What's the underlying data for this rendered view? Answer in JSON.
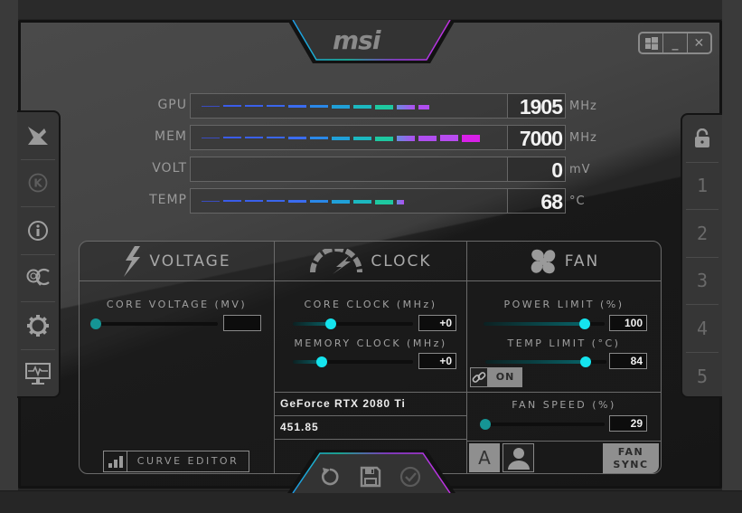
{
  "app": {
    "logo_text": "msi"
  },
  "window_controls": {
    "windows_icon": "windows-logo-icon",
    "minimize_label": "_",
    "close_label": "✕"
  },
  "monitor": [
    {
      "label": "GPU",
      "value": "1905",
      "unit": "MHz",
      "segments": 11
    },
    {
      "label": "MEM",
      "value": "7000",
      "unit": "MHz",
      "segments": 13
    },
    {
      "label": "VOLT",
      "value": "0",
      "unit": "mV",
      "segments": 0
    },
    {
      "label": "TEMP",
      "value": "68",
      "unit": "°C",
      "segments": 10
    }
  ],
  "colors": {
    "accent_cyan": "#15e4ee",
    "accent_teal": "#159595",
    "bar_blue": "#3a6cf0",
    "bar_teal": "#1fc0a8",
    "bar_purple": "#b04ef0",
    "bar_magenta": "#d820e8"
  },
  "sidebar_left": [
    {
      "name": "oc-scanner-icon"
    },
    {
      "name": "kombustor-icon"
    },
    {
      "name": "info-icon"
    },
    {
      "name": "oc-search-icon"
    },
    {
      "name": "settings-icon"
    },
    {
      "name": "monitor-icon"
    }
  ],
  "sidebar_right": {
    "lock_icon": "unlock-icon",
    "profiles": [
      "1",
      "2",
      "3",
      "4",
      "5"
    ]
  },
  "voltage": {
    "title": "VOLTAGE",
    "core_voltage_label": "CORE VOLTAGE  (MV)",
    "core_voltage_value": "",
    "curve_editor_label": "CURVE EDITOR"
  },
  "clock": {
    "title": "CLOCK",
    "core_clock_label": "CORE CLOCK (MHz)",
    "core_clock_value": "+0",
    "memory_clock_label": "MEMORY CLOCK (MHz)",
    "memory_clock_value": "+0",
    "gpu_name": "GeForce RTX 2080 Ti",
    "driver_version": "451.85"
  },
  "fan": {
    "title": "FAN",
    "power_limit_label": "POWER LIMIT (%)",
    "power_limit_value": "100",
    "temp_limit_label": "TEMP LIMIT (°C)",
    "temp_limit_value": "84",
    "link_state": "ON",
    "fan_speed_label": "FAN SPEED (%)",
    "fan_speed_value": "29",
    "auto_label": "A",
    "fan_sync_line1": "FAN",
    "fan_sync_line2": "SYNC"
  },
  "actions": {
    "reset": "reset-icon",
    "save": "save-icon",
    "apply": "apply-icon"
  }
}
